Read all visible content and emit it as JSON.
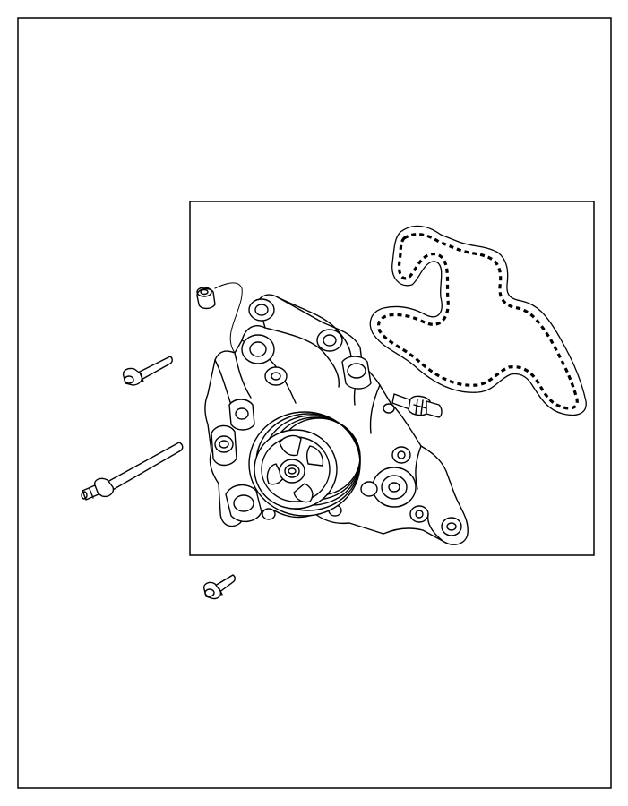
{
  "diagram": {
    "parts": [
      {
        "id": "water-pump-assembly"
      },
      {
        "id": "water-pump-gasket"
      },
      {
        "id": "coolant-temperature-sensor"
      },
      {
        "id": "mounting-bolt-short"
      },
      {
        "id": "mounting-stud-long"
      },
      {
        "id": "mounting-bolt-lower"
      },
      {
        "id": "dowel-plug"
      }
    ]
  }
}
